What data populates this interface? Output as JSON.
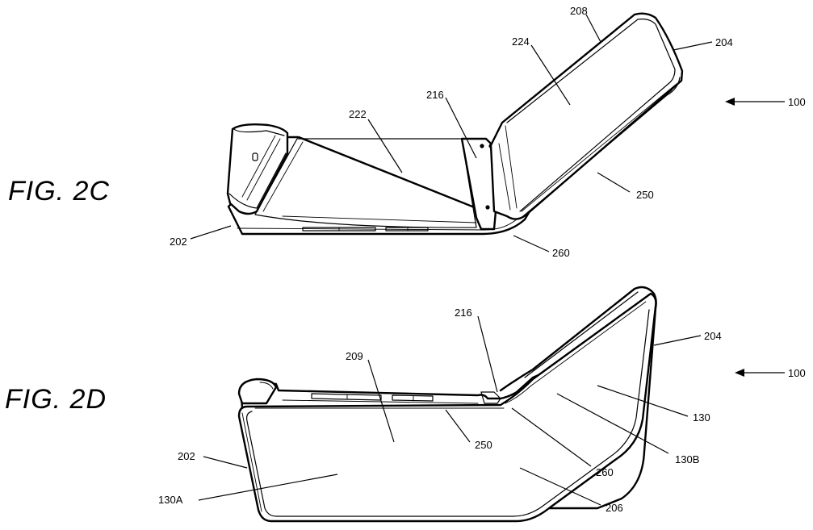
{
  "figures": [
    {
      "title": "FIG. 2C",
      "labels": {
        "l202": "202",
        "l204": "204",
        "l208": "208",
        "l224": "224",
        "l222": "222",
        "l216": "216",
        "l100": "100",
        "l250": "250",
        "l260": "260"
      }
    },
    {
      "title": "FIG. 2D",
      "labels": {
        "l209": "209",
        "l216": "216",
        "l204": "204",
        "l100": "100",
        "l202": "202",
        "l130A": "130A",
        "l250": "250",
        "l130": "130",
        "l130B": "130B",
        "l260": "260",
        "l206": "206"
      }
    }
  ]
}
